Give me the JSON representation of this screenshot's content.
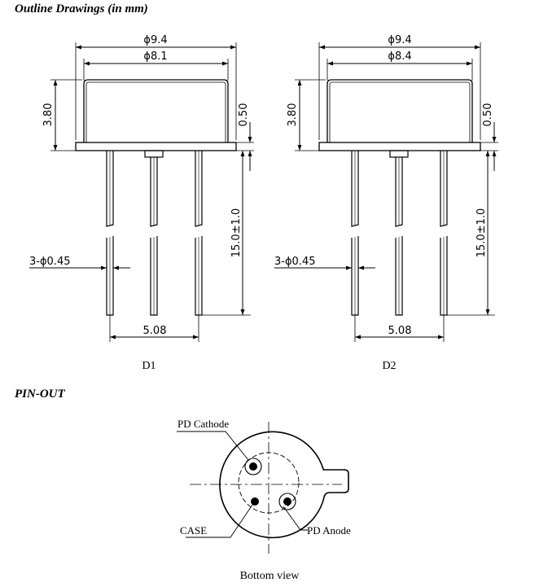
{
  "sections": {
    "outline_title": "Outline Drawings (in mm)",
    "pinout_title": "PIN-OUT"
  },
  "drawings": [
    {
      "label": "D1",
      "outer_diameter": "ϕ9.4",
      "inner_diameter": "ϕ8.1",
      "body_height": "3.80",
      "flange": "0.50",
      "lead_length": "15.0±1.0",
      "lead_diameter": "3-ϕ0.45",
      "pin_spacing": "5.08"
    },
    {
      "label": "D2",
      "outer_diameter": "ϕ9.4",
      "inner_diameter": "ϕ8.4",
      "body_height": "3.80",
      "flange": "0.50",
      "lead_length": "15.0±1.0",
      "lead_diameter": "3-ϕ0.45",
      "pin_spacing": "5.08"
    }
  ],
  "pinout": {
    "pd_cathode": "PD Cathode",
    "case": "CASE",
    "pd_anode": "PD Anode",
    "view": "Bottom view"
  }
}
